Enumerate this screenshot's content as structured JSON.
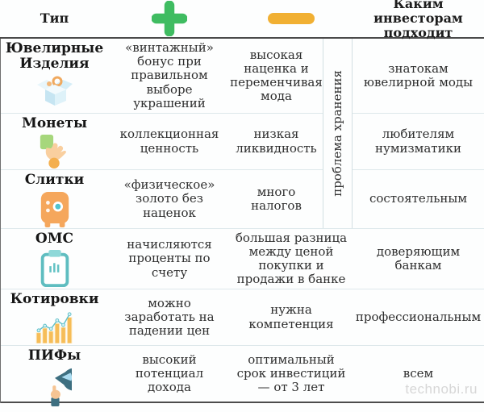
{
  "header": {
    "type_label": "Тип",
    "investors_label": "Каким инвесторам подходит",
    "plus_color": "#3fbc61",
    "minus_color": "#f1b033",
    "pros_icon": "plus-icon",
    "cons_icon": "minus-icon"
  },
  "storage_note": "проблема хранения",
  "rows": [
    {
      "title": "Ювелирные Изделия",
      "icon": "jewelry-box-icon",
      "pros": "«винтажный» бонус при правильном выборе украшений",
      "cons": "высокая наценка и переменчивая мода",
      "investors": "знатокам ювелирной моды"
    },
    {
      "title": "Монеты",
      "icon": "hand-coin-icon",
      "pros": "коллекционная ценность",
      "cons": "низкая ликвидность",
      "investors": "любителям нумизматики"
    },
    {
      "title": "Слитки",
      "icon": "safe-icon",
      "pros": "«физическое» золото без наценок",
      "cons": "много налогов",
      "investors": "состоятельным"
    },
    {
      "title": "ОМС",
      "icon": "clipboard-icon",
      "pros": "начисляются проценты по счету",
      "cons": "большая разница между ценой покупки и продажи в банке",
      "investors": "доверяющим банкам"
    },
    {
      "title": "Котировки",
      "icon": "bar-chart-icon",
      "pros": "можно заработать на падении цен",
      "cons": "нужна компетенция",
      "investors": "профессиональным"
    },
    {
      "title": "ПИФы",
      "icon": "pie-chart-icon",
      "pros": "высокий потенциал дохода",
      "cons": "оптимальный срок инвестиций — от 3 лет",
      "investors": "всем"
    }
  ],
  "watermark": "technobi.ru"
}
